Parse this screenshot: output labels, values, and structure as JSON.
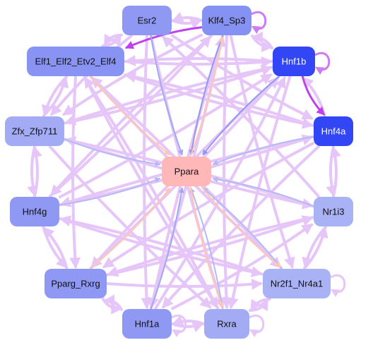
{
  "nodes": [
    {
      "id": "esr2",
      "label": "Esr2",
      "fill": "#8f98f2",
      "text_color": "#111111"
    },
    {
      "id": "klf4",
      "label": "Klf4_Sp3",
      "fill": "#8591f3",
      "text_color": "#111111"
    },
    {
      "id": "elf1",
      "label": "Elf1_Elf2_Etv2_Elf4",
      "fill": "#8893f3",
      "text_color": "#111111"
    },
    {
      "id": "hnf1b",
      "label": "Hnf1b",
      "fill": "#3346f5",
      "text_color": "#ffffff"
    },
    {
      "id": "zfx",
      "label": "Zfx_Zfp711",
      "fill": "#a4abf5",
      "text_color": "#111111"
    },
    {
      "id": "hnf4a",
      "label": "Hnf4a",
      "fill": "#3346f5",
      "text_color": "#ffffff"
    },
    {
      "id": "ppara",
      "label": "Ppara",
      "fill": "#ffb7b7",
      "text_color": "#111111"
    },
    {
      "id": "hnf4g",
      "label": "Hnf4g",
      "fill": "#8f98f2",
      "text_color": "#111111"
    },
    {
      "id": "nr1i3",
      "label": "Nr1i3",
      "fill": "#aab2f6",
      "text_color": "#111111"
    },
    {
      "id": "pparg",
      "label": "Pparg_Rxrg",
      "fill": "#8f98f2",
      "text_color": "#111111"
    },
    {
      "id": "nr2f1",
      "label": "Nr2f1_Nr4a1",
      "fill": "#aab2f6",
      "text_color": "#111111"
    },
    {
      "id": "hnf1a",
      "label": "Hnf1a",
      "fill": "#8f98f2",
      "text_color": "#111111"
    },
    {
      "id": "rxra",
      "label": "Rxra",
      "fill": "#a4abf5",
      "text_color": "#111111"
    }
  ],
  "edges": [
    {
      "from": "esr2",
      "to": "ppara",
      "color": "#9fa8f5",
      "width": 2
    },
    {
      "from": "klf4",
      "to": "ppara",
      "color": "#8f98f2",
      "width": 2
    },
    {
      "from": "elf1",
      "to": "ppara",
      "color": "#ffc7b0",
      "width": 2
    },
    {
      "from": "hnf1b",
      "to": "ppara",
      "color": "#8f98f2",
      "width": 2
    },
    {
      "from": "zfx",
      "to": "ppara",
      "color": "#b3baf6",
      "width": 2
    },
    {
      "from": "hnf4a",
      "to": "ppara",
      "color": "#b3baf6",
      "width": 2
    },
    {
      "from": "hnf4g",
      "to": "ppara",
      "color": "#b3baf6",
      "width": 2
    },
    {
      "from": "nr1i3",
      "to": "ppara",
      "color": "#b3baf6",
      "width": 2
    },
    {
      "from": "pparg",
      "to": "ppara",
      "color": "#ffc7b0",
      "width": 2
    },
    {
      "from": "nr2f1",
      "to": "ppara",
      "color": "#b3baf6",
      "width": 2
    },
    {
      "from": "hnf1a",
      "to": "ppara",
      "color": "#9fa8f5",
      "width": 2
    },
    {
      "from": "rxra",
      "to": "ppara",
      "color": "#b3baf6",
      "width": 2
    },
    {
      "from": "ppara",
      "to": "klf4",
      "color": "#ffc7b0",
      "width": 2
    },
    {
      "from": "ppara",
      "to": "nr2f1",
      "color": "#ffc7b0",
      "width": 2
    },
    {
      "from": "ppara",
      "to": "rxra",
      "color": "#ffc7b0",
      "width": 2
    },
    {
      "from": "klf4",
      "to": "elf1",
      "color": "#c040f0",
      "width": 3
    },
    {
      "from": "hnf1b",
      "to": "hnf4a",
      "color": "#c040f0",
      "width": 3
    },
    {
      "from": "esr2",
      "to": "klf4",
      "color": "#e6c6f8",
      "width": 4
    },
    {
      "from": "klf4",
      "to": "esr2",
      "color": "#e6c6f8",
      "width": 4
    },
    {
      "from": "klf4",
      "to": "hnf1b",
      "color": "#e6c6f8",
      "width": 4
    },
    {
      "from": "hnf1b",
      "to": "klf4",
      "color": "#e6c6f8",
      "width": 4
    },
    {
      "from": "esr2",
      "to": "elf1",
      "color": "#e6c6f8",
      "width": 4
    },
    {
      "from": "elf1",
      "to": "esr2",
      "color": "#e6c6f8",
      "width": 4
    },
    {
      "from": "elf1",
      "to": "zfx",
      "color": "#e6c6f8",
      "width": 4
    },
    {
      "from": "zfx",
      "to": "elf1",
      "color": "#e6c6f8",
      "width": 4
    },
    {
      "from": "zfx",
      "to": "hnf4g",
      "color": "#e6c6f8",
      "width": 4
    },
    {
      "from": "hnf4g",
      "to": "zfx",
      "color": "#e6c6f8",
      "width": 4
    },
    {
      "from": "hnf4g",
      "to": "pparg",
      "color": "#e6c6f8",
      "width": 4
    },
    {
      "from": "pparg",
      "to": "hnf4g",
      "color": "#e6c6f8",
      "width": 4
    },
    {
      "from": "pparg",
      "to": "hnf1a",
      "color": "#e6c6f8",
      "width": 4
    },
    {
      "from": "hnf1a",
      "to": "pparg",
      "color": "#e6c6f8",
      "width": 4
    },
    {
      "from": "hnf1a",
      "to": "rxra",
      "color": "#e6c6f8",
      "width": 4
    },
    {
      "from": "rxra",
      "to": "hnf1a",
      "color": "#e6c6f8",
      "width": 4
    },
    {
      "from": "rxra",
      "to": "nr2f1",
      "color": "#e6c6f8",
      "width": 4
    },
    {
      "from": "nr2f1",
      "to": "rxra",
      "color": "#e6c6f8",
      "width": 4
    },
    {
      "from": "nr2f1",
      "to": "nr1i3",
      "color": "#e6c6f8",
      "width": 4
    },
    {
      "from": "nr1i3",
      "to": "nr2f1",
      "color": "#e6c6f8",
      "width": 4
    },
    {
      "from": "nr1i3",
      "to": "hnf4a",
      "color": "#e6c6f8",
      "width": 4
    },
    {
      "from": "hnf4a",
      "to": "nr1i3",
      "color": "#e6c6f8",
      "width": 4
    },
    {
      "from": "hnf4a",
      "to": "hnf1b",
      "color": "#e6c6f8",
      "width": 4
    },
    {
      "from": "esr2",
      "to": "hnf1a",
      "color": "#e6c6f8",
      "width": 4
    },
    {
      "from": "klf4",
      "to": "rxra",
      "color": "#e6c6f8",
      "width": 4
    },
    {
      "from": "elf1",
      "to": "nr2f1",
      "color": "#e6c6f8",
      "width": 4
    },
    {
      "from": "nr2f1",
      "to": "elf1",
      "color": "#e6c6f8",
      "width": 4
    },
    {
      "from": "hnf1b",
      "to": "pparg",
      "color": "#e6c6f8",
      "width": 4
    },
    {
      "from": "pparg",
      "to": "hnf1b",
      "color": "#e6c6f8",
      "width": 4
    },
    {
      "from": "zfx",
      "to": "nr1i3",
      "color": "#e6c6f8",
      "width": 4
    },
    {
      "from": "nr1i3",
      "to": "zfx",
      "color": "#e6c6f8",
      "width": 4
    },
    {
      "from": "hnf4a",
      "to": "hnf4g",
      "color": "#e6c6f8",
      "width": 4
    },
    {
      "from": "hnf4g",
      "to": "hnf4a",
      "color": "#e6c6f8",
      "width": 4
    },
    {
      "from": "esr2",
      "to": "rxra",
      "color": "#e6c6f8",
      "width": 4
    },
    {
      "from": "klf4",
      "to": "hnf1a",
      "color": "#e6c6f8",
      "width": 4
    },
    {
      "from": "hnf1a",
      "to": "klf4",
      "color": "#e6c6f8",
      "width": 4
    },
    {
      "from": "elf1",
      "to": "hnf4a",
      "color": "#e6c6f8",
      "width": 4
    },
    {
      "from": "hnf4a",
      "to": "elf1",
      "color": "#e6c6f8",
      "width": 4
    },
    {
      "from": "hnf1b",
      "to": "zfx",
      "color": "#e6c6f8",
      "width": 4
    },
    {
      "from": "zfx",
      "to": "hnf1b",
      "color": "#e6c6f8",
      "width": 4
    },
    {
      "from": "hnf4g",
      "to": "nr2f1",
      "color": "#e6c6f8",
      "width": 4
    },
    {
      "from": "nr2f1",
      "to": "hnf4g",
      "color": "#e6c6f8",
      "width": 4
    },
    {
      "from": "pparg",
      "to": "nr1i3",
      "color": "#e6c6f8",
      "width": 4
    },
    {
      "from": "nr1i3",
      "to": "pparg",
      "color": "#e6c6f8",
      "width": 4
    },
    {
      "from": "esr2",
      "to": "hnf4a",
      "color": "#e6c6f8",
      "width": 4
    },
    {
      "from": "klf4",
      "to": "hnf4g",
      "color": "#e6c6f8",
      "width": 4
    },
    {
      "from": "elf1",
      "to": "hnf1b",
      "color": "#e6c6f8",
      "width": 4
    },
    {
      "from": "hnf1b",
      "to": "elf1",
      "color": "#e6c6f8",
      "width": 4
    },
    {
      "from": "zfx",
      "to": "rxra",
      "color": "#e6c6f8",
      "width": 4
    },
    {
      "from": "hnf1a",
      "to": "nr1i3",
      "color": "#e6c6f8",
      "width": 4
    },
    {
      "from": "pparg",
      "to": "nr2f1",
      "color": "#e6c6f8",
      "width": 4
    },
    {
      "from": "hnf4a",
      "to": "hnf1a",
      "color": "#e6c6f8",
      "width": 4
    },
    {
      "from": "hnf1b",
      "to": "rxra",
      "color": "#e6c6f8",
      "width": 4
    },
    {
      "from": "elf1",
      "to": "pparg",
      "color": "#e6c6f8",
      "width": 4
    },
    {
      "from": "esr2",
      "to": "zfx",
      "color": "#e6c6f8",
      "width": 4
    },
    {
      "from": "klf4",
      "to": "nr2f1",
      "color": "#e6c6f8",
      "width": 4
    },
    {
      "from": "klf4",
      "to": "zfx",
      "color": "#e6c6f8",
      "width": 4
    },
    {
      "from": "hnf4g",
      "to": "hnf1b",
      "color": "#e6c6f8",
      "width": 4
    },
    {
      "from": "elf1",
      "to": "rxra",
      "color": "#e6c6f8",
      "width": 4
    },
    {
      "from": "hnf4a",
      "to": "pparg",
      "color": "#e6c6f8",
      "width": 4
    },
    {
      "from": "nr1i3",
      "to": "esr2",
      "color": "#e6c6f8",
      "width": 4
    },
    {
      "from": "hnf1a",
      "to": "hnf1b",
      "color": "#e6c6f8",
      "width": 4
    },
    {
      "from": "rxra",
      "to": "elf1",
      "color": "#e6c6f8",
      "width": 4
    },
    {
      "from": "hnf4g",
      "to": "klf4",
      "color": "#e6c6f8",
      "width": 4
    }
  ],
  "self_loops": [
    {
      "node": "klf4",
      "side": "right",
      "color": "#cf7cf4",
      "width": 3
    },
    {
      "node": "hnf1b",
      "side": "right",
      "color": "#cf7cf4",
      "width": 3
    },
    {
      "node": "hnf1a",
      "side": "right",
      "color": "#e6c6f8",
      "width": 3
    },
    {
      "node": "rxra",
      "side": "right",
      "color": "#e6c6f8",
      "width": 3
    },
    {
      "node": "nr2f1",
      "side": "right",
      "color": "#e6c6f8",
      "width": 3
    }
  ]
}
